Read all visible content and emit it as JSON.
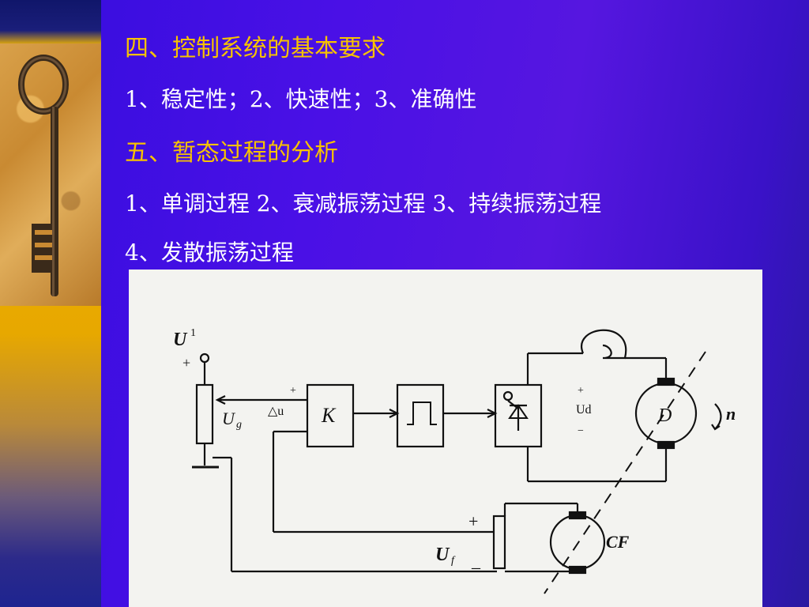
{
  "slide": {
    "section4": {
      "heading": "四、控制系统的基本要求",
      "items": "1、稳定性；2、快速性；3、准确性"
    },
    "section5": {
      "heading": "五、暂态过程的分析",
      "items_line1": "1、单调过程 2、衰减振荡过程  3、持续振荡过程",
      "items_line2": "4、发散振荡过程"
    },
    "colors": {
      "heading": "#f7c200",
      "body_text": "#ffffff",
      "background": "#4a10e6"
    }
  },
  "diagram": {
    "labels": {
      "u1": "U",
      "u1_sub": "1",
      "u1_plus": "+",
      "ug": "U",
      "ug_sub": "g",
      "delta_u": "△u",
      "delta_plus": "+",
      "delta_minus": "−",
      "k_block": "K",
      "ud_plus": "+",
      "ud": "Ud",
      "ud_minus": "−",
      "motor": "D",
      "speed": "n",
      "uf_plus": "+",
      "uf": "U",
      "uf_sub": "f",
      "uf_minus": "_",
      "tacho": "CF"
    }
  }
}
